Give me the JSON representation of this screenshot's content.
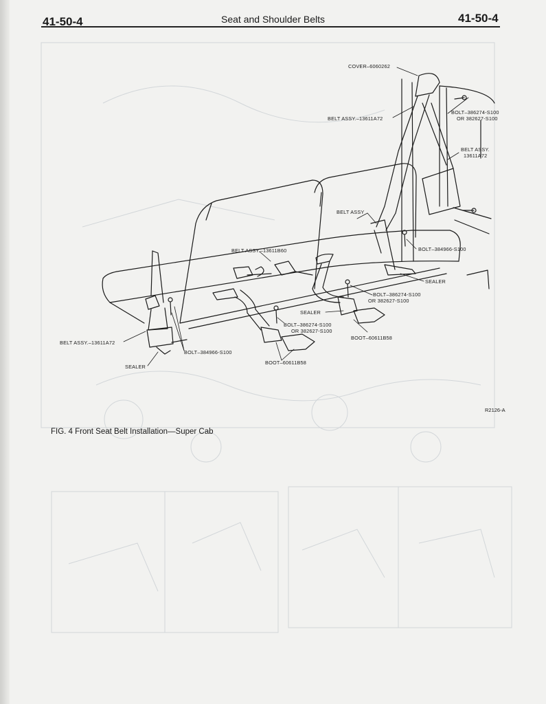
{
  "header": {
    "page_left": "41-50-4",
    "title": "Seat and Shoulder Belts",
    "page_right": "41-50-4"
  },
  "labels": {
    "cover": "COVER–6060262",
    "belt_assy_top": "BELT ASSY.–13611A72",
    "bolt_top_1": "BOLT–386274-S100",
    "bolt_top_2": "OR 382627-S100",
    "belt_assy_right_1": "BELT ASSY.",
    "belt_assy_right_2": "13611A72",
    "belt_assy_center": "BELT ASSY",
    "belt_assy_13611b60": "BELT ASSY.–13611B60",
    "bolt_384966_right": "BOLT–384966-S100",
    "sealer_right": "SEALER",
    "bolt_mid_1": "BOLT–386274-S100",
    "bolt_mid_2": "OR 382627-S100",
    "sealer_mid": "SEALER",
    "bolt_lower_1": "BOLT–386274-S100",
    "bolt_lower_2": "OR 382627-S100",
    "boot_right": "BOOT–60611B58",
    "belt_assy_left": "BELT ASSY.–13611A72",
    "bolt_384966_left": "BOLT–384966-S100",
    "sealer_left": "SEALER",
    "boot_lower": "BOOT–60611B58"
  },
  "figure": {
    "caption": "FIG. 4 Front Seat Belt Installation—Super Cab",
    "ref_code": "R2126-A"
  },
  "colors": {
    "paper": "#f2f2f0",
    "ink": "#1a1a1a",
    "bleed_through": "#cfd3d6"
  }
}
